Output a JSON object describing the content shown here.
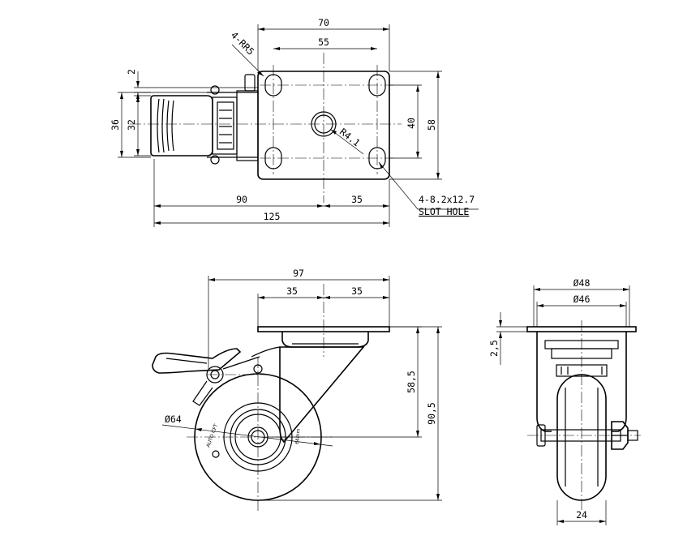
{
  "top_view": {
    "dim_plate_width": "70",
    "dim_hole_spacing_x": "55",
    "dim_corner_radius": "4-RR5",
    "dim_plate_thickness_offset": "2",
    "dim_brake_width_outer": "36",
    "dim_brake_width_inner": "32",
    "dim_hole_spacing_y": "40",
    "dim_plate_height": "58",
    "dim_center_radius": "R4.1",
    "dim_left_to_center": "90",
    "dim_center_to_right": "35",
    "dim_overall_length": "125",
    "slot_note_line1": "4-8.2x12.7",
    "slot_note_line2": "SLOT HOLE"
  },
  "side_view": {
    "dim_offset_total": "97",
    "dim_half_plate_left": "35",
    "dim_half_plate_right": "35",
    "dim_wheel_diameter": "Ø64",
    "dim_swivel_height": "58,5",
    "dim_total_height": "90,5",
    "wheel_brand_text": "AUTO CFT",
    "wheel_side_text": "64mm"
  },
  "front_view": {
    "dim_plate_width": "Ø48",
    "dim_bracket_width": "Ø46",
    "dim_plate_thickness": "2,5",
    "dim_wheel_width": "24"
  }
}
